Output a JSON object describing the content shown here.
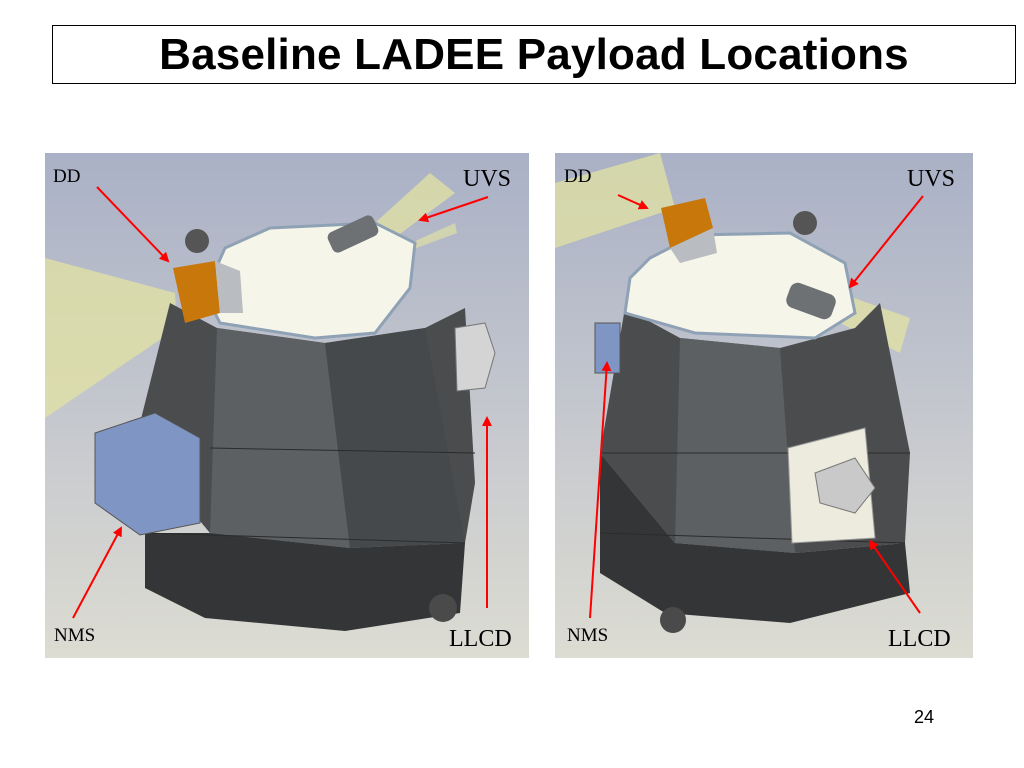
{
  "slide": {
    "title": "Baseline LADEE Payload Locations",
    "page_number": "24"
  },
  "left_view": {
    "labels": {
      "dd": "DD",
      "uvs": "UVS",
      "nms": "NMS",
      "llcd": "LLCD"
    }
  },
  "right_view": {
    "labels": {
      "dd": "DD",
      "uvs": "UVS",
      "nms": "NMS",
      "llcd": "LLCD"
    }
  },
  "colors": {
    "arrow": "#ff0000",
    "spacecraft_body": "#3c3d3e",
    "top_deck": "#f6f5ea",
    "dd_instrument": "#c8780a",
    "nms_instrument": "#7f96c4",
    "field_of_view": "#e6e6a0"
  }
}
